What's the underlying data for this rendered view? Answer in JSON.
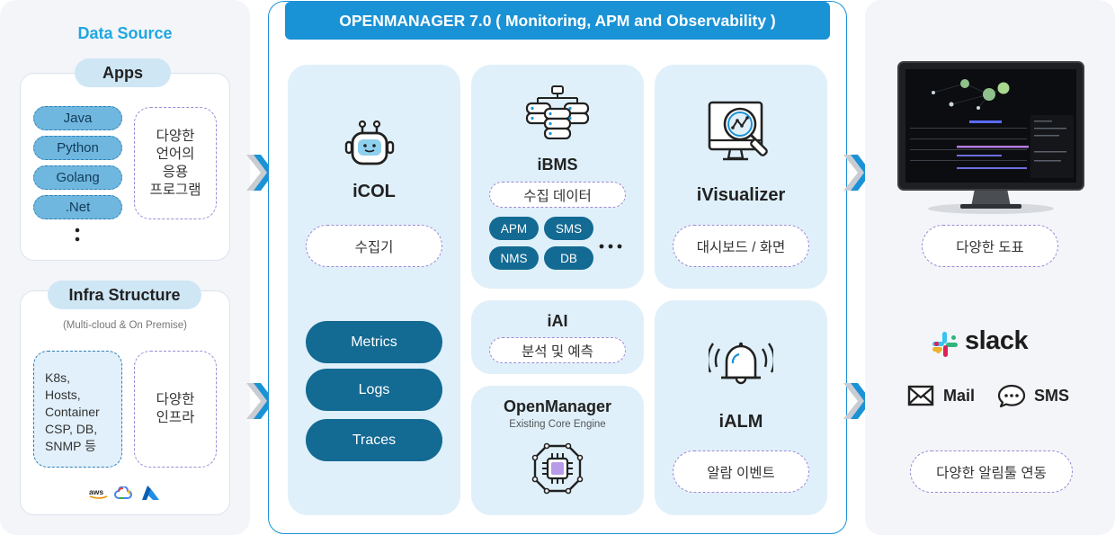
{
  "data_source": {
    "title": "Data Source",
    "apps": {
      "title": "Apps",
      "languages": [
        "Java",
        "Python",
        "Golang",
        ".Net"
      ],
      "desc": [
        "다양한",
        "언어의",
        "응용",
        "프로그램"
      ]
    },
    "infra": {
      "title": "Infra Structure",
      "subtitle": "(Multi-cloud & On Premise)",
      "list": [
        "K8s,",
        "Hosts,",
        "Container",
        "CSP, DB,",
        "SNMP 등"
      ],
      "desc": [
        "다양한",
        "인프라"
      ],
      "cloud_logos": [
        "aws",
        "google-cloud",
        "azure"
      ]
    }
  },
  "openmanager": {
    "title": "OPENMANAGER 7.0 ( Monitoring, APM and Observability )",
    "icol": {
      "name": "iCOL",
      "tag": "수집기",
      "buttons": [
        "Metrics",
        "Logs",
        "Traces"
      ]
    },
    "ibms": {
      "name": "iBMS",
      "tag": "수집 데이터",
      "items": [
        "APM",
        "SMS",
        "NMS",
        "DB"
      ]
    },
    "iai": {
      "name": "iAI",
      "tag": "분석 및 예측"
    },
    "core": {
      "name": "OpenManager",
      "subtitle": "Existing Core Engine"
    },
    "ivisualizer": {
      "name": "iVisualizer",
      "tag": "대시보드 / 화면"
    },
    "ialm": {
      "name": "iALM",
      "tag": "알람 이벤트"
    }
  },
  "output": {
    "dashboard_tag": "다양한 도표",
    "slack": "slack",
    "mail": "Mail",
    "sms": "SMS",
    "alert_tag": "다양한 알림툴 연동"
  },
  "colors": {
    "accent": "#1a92d6",
    "dark": "#136a93",
    "card": "#dff0fa",
    "side": "#f3f5f9",
    "title_blue": "#1fa7e0"
  }
}
